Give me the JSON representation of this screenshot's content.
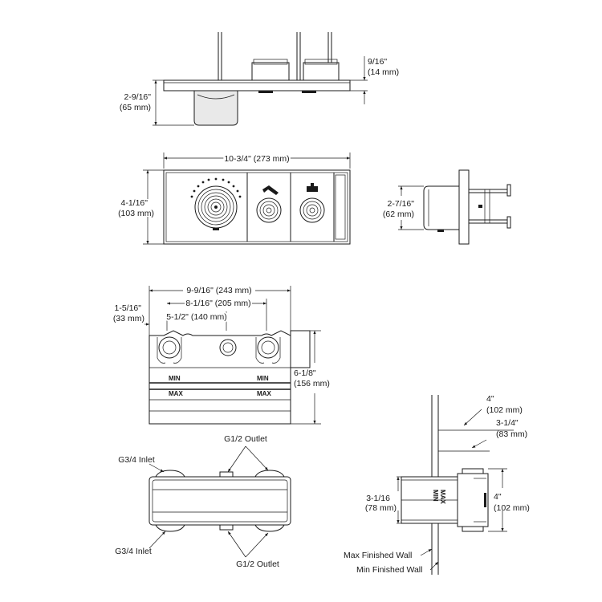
{
  "top_view": {
    "height_right": [
      "9/16\"",
      "(14 mm)"
    ],
    "height_left": [
      "2-9/16\"",
      "(65 mm)"
    ]
  },
  "front_view": {
    "width": "10-3/4\" (273 mm)",
    "height": [
      "4-1/16\"",
      "(103 mm)"
    ]
  },
  "side_view": {
    "depth": [
      "2-7/16\"",
      "(62 mm)"
    ]
  },
  "valve_view": {
    "width_total": "9-9/16\" (243 mm)",
    "width_mid": "8-1/16\" (205 mm)",
    "width_inner": "5-1/2\" (140 mm)",
    "offset": [
      "1-5/16\"",
      "(33 mm)"
    ],
    "height": [
      "6-1/8\"",
      "(156 mm)"
    ],
    "min_label": "MIN",
    "max_label": "MAX"
  },
  "bottom_view": {
    "outlet_top": "G1/2 Outlet",
    "inlet_top": "G3/4 Inlet",
    "inlet_bottom": "G3/4 Inlet",
    "outlet_bottom": "G1/2 Outlet"
  },
  "wall_view": {
    "dim_a": [
      "4\"",
      "(102 mm)"
    ],
    "dim_b": [
      "3-1/4\"",
      "(83 mm)"
    ],
    "dim_c": [
      "3-1/16",
      "(78 mm)"
    ],
    "dim_d": [
      "4\"",
      "(102 mm)"
    ],
    "max_wall": "Max Finished Wall",
    "min_wall": "Min Finished Wall",
    "min_label": "MIN",
    "max_label": "MAX"
  }
}
